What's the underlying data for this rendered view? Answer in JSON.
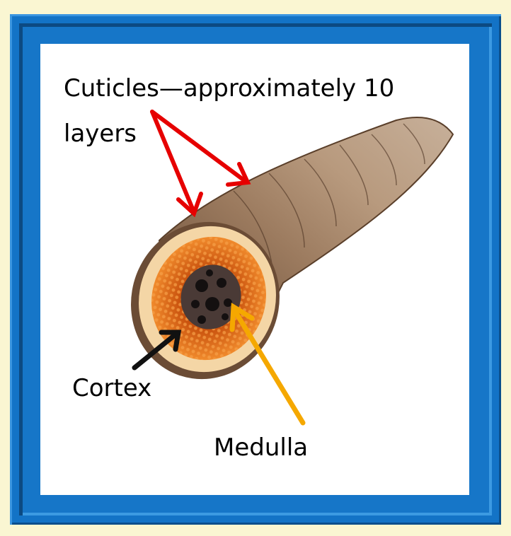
{
  "labels": {
    "cuticles_line1": "Cuticles—approximately 10",
    "cuticles_line2": "layers",
    "cortex": "Cortex",
    "medulla": "Medulla"
  },
  "colors": {
    "frame": "#1373c6",
    "background": "#faf6d2",
    "cuticle_arrow": "#e60000",
    "cortex_arrow": "#111111",
    "medulla_arrow": "#f5a800",
    "hair_brown": "#8a6a4f",
    "cortex_orange": "#e0751c"
  }
}
